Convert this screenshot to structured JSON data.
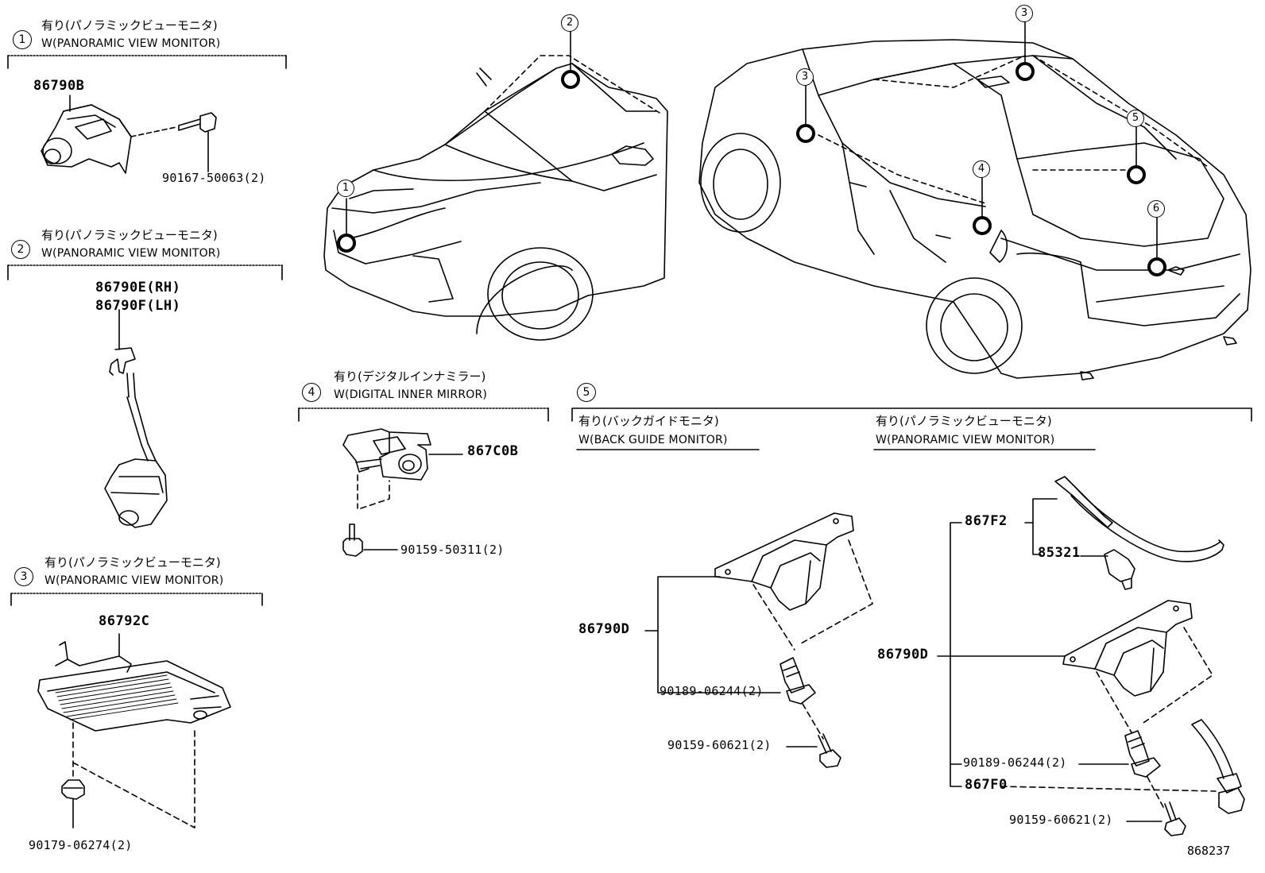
{
  "sections": {
    "s1": {
      "num": "1",
      "jp": "有り(パノラミックビューモニタ)",
      "en": "W(PANORAMIC VIEW MONITOR)"
    },
    "s2": {
      "num": "2",
      "jp": "有り(パノラミックビューモニタ)",
      "en": "W(PANORAMIC VIEW MONITOR)"
    },
    "s3": {
      "num": "3",
      "jp": "有り(パノラミックビューモニタ)",
      "en": "W(PANORAMIC VIEW MONITOR)"
    },
    "s4": {
      "num": "4",
      "jp": "有り(デジタルインナミラー)",
      "en": "W(DIGITAL INNER MIRROR)"
    },
    "s5": {
      "num": "5",
      "left": {
        "jp": "有り(バックガイドモニタ)",
        "en": "W(BACK GUIDE MONITOR)"
      },
      "right": {
        "jp": "有り(パノラミックビューモニタ)",
        "en": "W(PANORAMIC VIEW MONITOR)"
      }
    }
  },
  "parts": {
    "p86790B": "86790B",
    "p90167": "90167-50063(2)",
    "p86790E": "86790E(RH)",
    "p86790F": "86790F(LH)",
    "p86792C": "86792C",
    "p90179": "90179-06274(2)",
    "p867C0B": "867C0B",
    "p90159_503": "90159-50311(2)",
    "p86790D_a": "86790D",
    "p90189_a": "90189-06244(2)",
    "p90159_606_a": "90159-60621(2)",
    "p867F2": "867F2",
    "p85321": "85321",
    "p86790D_b": "86790D",
    "p90189_b": "90189-06244(2)",
    "p867F0": "867F0",
    "p90159_606_b": "90159-60621(2)"
  },
  "callouts": {
    "front_1": "1",
    "front_2": "2",
    "rear_3a": "3",
    "rear_3b": "3",
    "rear_4": "4",
    "rear_5": "5",
    "rear_6": "6"
  },
  "ref_number": "868237"
}
